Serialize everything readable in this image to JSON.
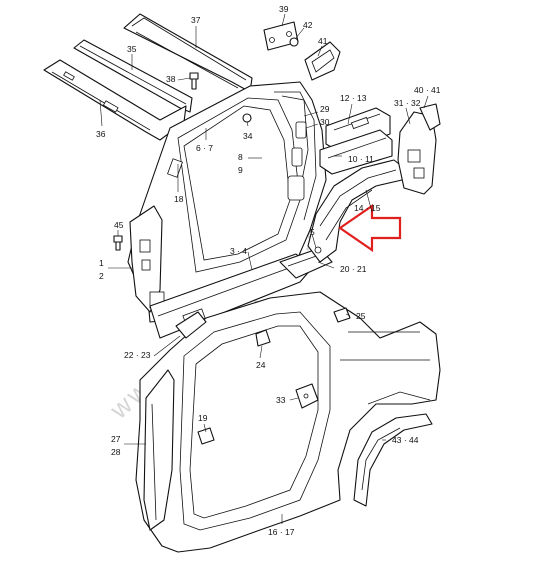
{
  "diagram": {
    "watermark": "www.suzuki-parts.eu",
    "colors": {
      "line": "#111111",
      "arrow": "#e0201c",
      "watermark": "#d6d6d6",
      "background": "#ffffff"
    },
    "callouts": {
      "c37": "37",
      "c39": "39",
      "c42": "42",
      "c41": "41",
      "c35": "35",
      "c38": "38",
      "c36": "36",
      "c1213": "12 · 13",
      "c4041": "40 · 41",
      "c3132": "31 · 32",
      "c29": "29",
      "c30": "30",
      "c34": "34",
      "c67": "6 · 7",
      "c8": "8",
      "c9": "9",
      "c1011": "10 · 11",
      "c18": "18",
      "c1415": "14 · 15",
      "c5": "5",
      "c45": "45",
      "c34b": "3 · 4",
      "c1": "1",
      "c2": "2",
      "c2021": "20 · 21",
      "c25": "25",
      "c2223": "22 · 23",
      "c24": "24",
      "c33": "33",
      "c19": "19",
      "c27": "27",
      "c28": "28",
      "c4344": "43 · 44",
      "c1617": "16 · 17"
    }
  }
}
